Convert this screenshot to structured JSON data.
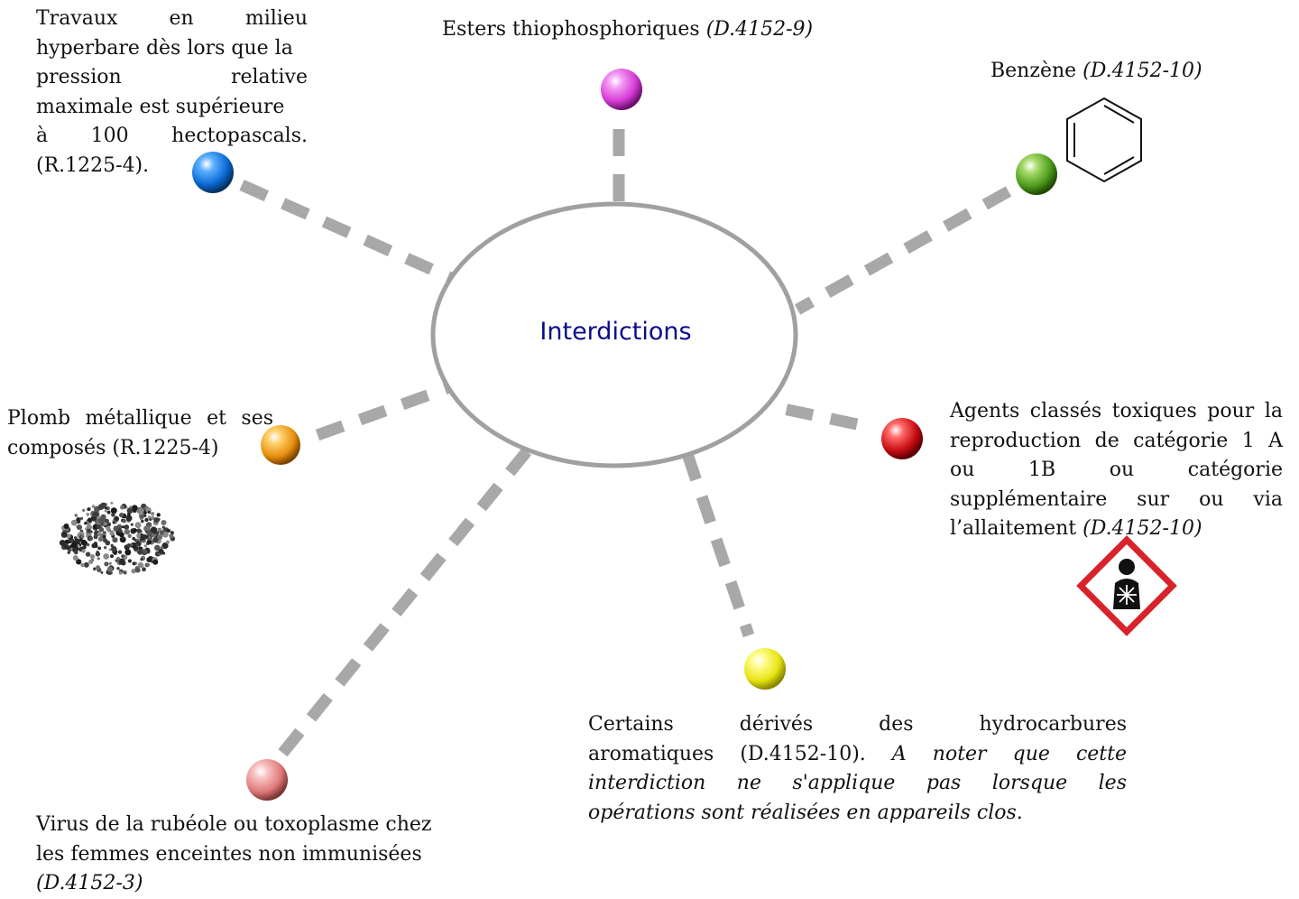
{
  "center": {
    "label": "Interdictions"
  },
  "colors": {
    "center_text": "#0b0b8c",
    "connector": "#a8a8a8",
    "ellipse_stroke": "#a0a0a0",
    "hazard_red": "#d8232a",
    "spheres": {
      "blue": "#0a6ad6",
      "magenta": "#d63ad6",
      "green": "#4d9a1b",
      "orange": "#e8900e",
      "red": "#c80d12",
      "yellow": "#e7e412",
      "pink": "#e07a7a"
    }
  },
  "nodes": {
    "hyperbare": {
      "lines": [
        "Travaux en milieu",
        "hyperbare dès lors que la",
        "pression relative",
        "maximale est supérieure",
        "à 100 hectopascals.",
        "(R.1225-4)."
      ]
    },
    "esters": {
      "text": "Esters thiophosphoriques",
      "ref": "(D.4152-9)"
    },
    "benzene": {
      "text": "Benzène",
      "ref": "(D.4152-10)",
      "icon": "benzene-ring-icon"
    },
    "plomb": {
      "lines": [
        "Plomb métallique et ses",
        "composés (R.1225-4)"
      ],
      "image": "lead-granules-image"
    },
    "reproduction": {
      "lines": [
        "Agents classés toxiques pour la",
        "reproduction de catégorie 1 A",
        "ou 1B ou catégorie",
        "supplémentaire sur ou via"
      ],
      "last_text": "l’allaitement",
      "ref": "(D.4152-10)",
      "icon": "health-hazard-pictogram-icon"
    },
    "hydrocarbures": {
      "line1": "Certains dérivés des hydrocarbures",
      "line2_normal": "aromatiques (D.4152-10).",
      "line2_italic": "A noter que cette",
      "italic_lines": [
        "interdiction ne s'applique pas lorsque les",
        "opérations sont réalisées en appareils clos."
      ]
    },
    "rubeole": {
      "lines": [
        "Virus de la rubéole ou toxoplasme chez",
        "les femmes enceintes non immunisées"
      ],
      "ref": "(D.4152-3)"
    }
  }
}
